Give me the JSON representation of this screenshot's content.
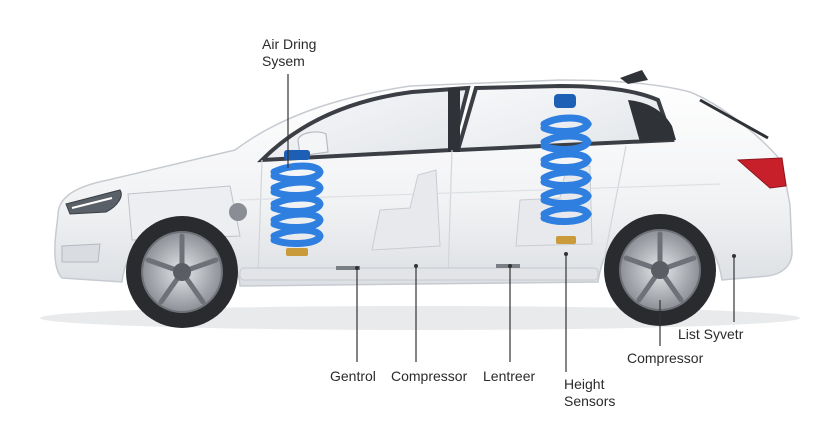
{
  "labels": {
    "air_system_line1": "Air Dring",
    "air_system_line2": "Sysem",
    "control": "Gentrol",
    "compressor_center": "Compressor",
    "lentreer": "Lentreer",
    "height_line1": "Height",
    "height_line2": "Sensors",
    "compressor_right": "Compressor",
    "lift_system": "List Syvetr"
  },
  "colors": {
    "spring": "#2f7fe0",
    "spring_dark": "#1d5fb5",
    "body": "#f4f5f7",
    "outline": "#cfd3d8",
    "tire": "#2a2b2e",
    "rim": "#b9bcc1",
    "leader": "#333333",
    "tail_light": "#c8202b"
  }
}
